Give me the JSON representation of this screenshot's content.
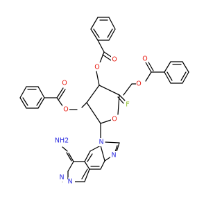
{
  "molecule": {
    "atom_labels": {
      "o_ring": "O",
      "o_ester1": "O",
      "o_carbonyl1": "O",
      "o_ester2": "O",
      "o_carbonyl2": "O",
      "o_ester3": "O",
      "o_carbonyl3": "O",
      "fluorine": "F",
      "n9": "N",
      "n7": "N",
      "n1": "N",
      "n3": "N",
      "amine": "NH2"
    },
    "colors": {
      "bond": "#000000",
      "oxygen": "#e8160c",
      "nitrogen": "#2a2ae0",
      "fluorine": "#8fbf30"
    }
  }
}
